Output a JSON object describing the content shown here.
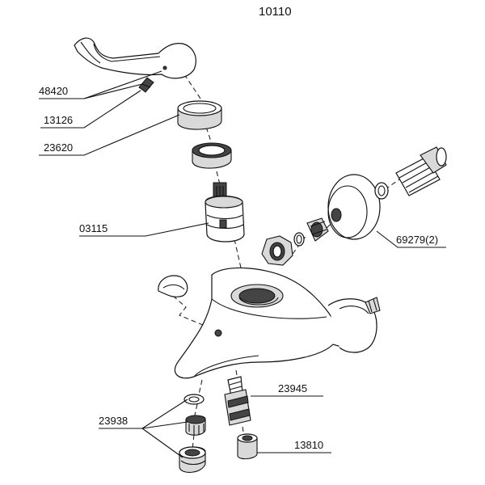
{
  "drawing": {
    "model_number": "10110"
  },
  "parts": [
    {
      "id": "lever-handle",
      "number": "48420"
    },
    {
      "id": "set-screw",
      "number": "13126"
    },
    {
      "id": "cover-cap",
      "number": "23620"
    },
    {
      "id": "cartridge",
      "number": "03115"
    },
    {
      "id": "wall-flange",
      "number": "69279(2)"
    },
    {
      "id": "diverter",
      "number": "23945"
    },
    {
      "id": "aerator-set",
      "number": "23938"
    },
    {
      "id": "diverter-sleeve",
      "number": "13810"
    }
  ]
}
